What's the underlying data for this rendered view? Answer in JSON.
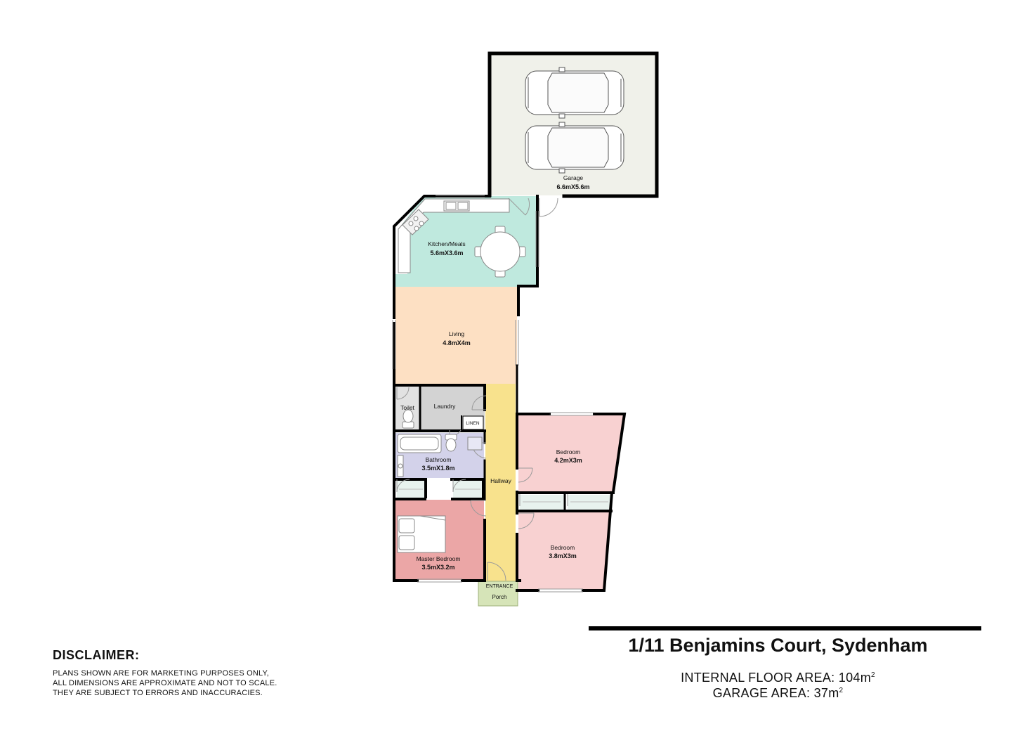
{
  "rooms": {
    "garage": {
      "name": "Garage",
      "size": "6.6mX5.6m"
    },
    "kitchen": {
      "name": "Kitchen/Meals",
      "size": "5.6mX3.6m"
    },
    "living": {
      "name": "Living",
      "size": "4.8mX4m"
    },
    "toilet": {
      "name": "Toilet"
    },
    "laundry": {
      "name": "Laundry"
    },
    "linen": {
      "name": "LINEN"
    },
    "bathroom": {
      "name": "Bathroom",
      "size": "3.5mX1.8m"
    },
    "hallway": {
      "name": "Hallway"
    },
    "bedroom1": {
      "name": "Bedroom",
      "size": "4.2mX3m"
    },
    "bedroom2": {
      "name": "Bedroom",
      "size": "3.8mX3m"
    },
    "master": {
      "name": "Master Bedroom",
      "size": "3.5mX3.2m"
    },
    "entrance": {
      "name": "ENTRANCE"
    },
    "porch": {
      "name": "Porch"
    }
  },
  "colors": {
    "garage": "#f0f1ea",
    "kitchen": "#bfe9de",
    "living": "#fde0c3",
    "wet": "#e2e2e2",
    "laundry": "#d3d3d3",
    "bathroom": "#d3d2ea",
    "hallway": "#f8e28d",
    "bedroom": "#f8d1d1",
    "master": "#eba6a6",
    "porch": "#d6e4b8",
    "wall": "#000000"
  },
  "disclaimer": {
    "title": "DISCLAIMER:",
    "lines": [
      "PLANS SHOWN ARE FOR MARKETING PURPOSES ONLY,",
      "ALL DIMENSIONS ARE APPROXIMATE AND NOT TO SCALE.",
      "THEY ARE SUBJECT TO ERRORS AND INACCURACIES."
    ]
  },
  "property": {
    "address": "1/11 Benjamins Court, Sydenham",
    "internal_label": "INTERNAL FLOOR AREA: 104m",
    "internal_sup": "2",
    "garage_label": "GARAGE AREA: 37m",
    "garage_sup": "2"
  }
}
